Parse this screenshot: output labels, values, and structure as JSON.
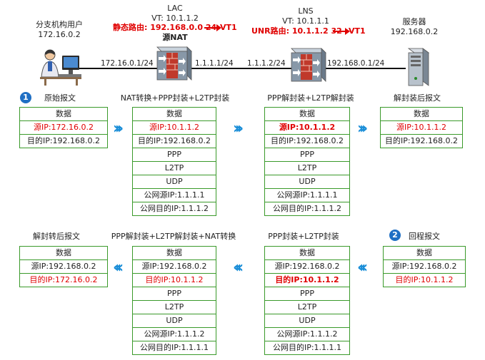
{
  "nodes": {
    "user": {
      "title": "分支机构用户",
      "ip": "172.16.0.2"
    },
    "lac": {
      "title": "LAC",
      "vt": "VT: 10.1.1.2",
      "route_prefix": "静态路由: 192.168.0.0 24",
      "route_target": "VT1",
      "nat": "源NAT"
    },
    "lns": {
      "title": "LNS",
      "vt": "VT: 10.1.1.1",
      "route_prefix": "UNR路由: 10.1.1.2 32",
      "route_target": "VT1"
    },
    "server": {
      "title": "服务器",
      "ip": "192.168.0.2"
    }
  },
  "links": {
    "user_side": "172.16.0.1/24",
    "lac_side": "1.1.1.1/24",
    "lns_side": "1.1.1.2/24",
    "server_side": "192.168.0.1/24"
  },
  "forward": {
    "step": "1",
    "labels": [
      "原始报文",
      "NAT转换+PPP封装+L2TP封装",
      "PPP解封装+L2TP解封装",
      "解封装后报文"
    ],
    "p1": [
      "数据",
      "源IP:172.16.0.2",
      "目的IP:192.168.0.2"
    ],
    "p2": [
      "数据",
      "源IP:10.1.1.2",
      "目的IP:192.168.0.2",
      "PPP",
      "L2TP",
      "UDP",
      "公网源IP:1.1.1.1",
      "公网目的IP:1.1.1.2"
    ],
    "p3": [
      "数据",
      "源IP:10.1.1.2",
      "目的IP:192.168.0.2",
      "PPP",
      "L2TP",
      "UDP",
      "公网源IP:1.1.1.1",
      "公网目的IP:1.1.1.2"
    ],
    "p4": [
      "数据",
      "源IP:10.1.1.2",
      "目的IP:192.168.0.2"
    ]
  },
  "backward": {
    "step": "2",
    "labels": [
      "回程报文",
      "PPP封装+L2TP封装",
      "PPP解封装+L2TP解封装+NAT转换",
      "解封转后报文"
    ],
    "p1": [
      "数据",
      "源IP:192.168.0.2",
      "目的IP:10.1.1.2"
    ],
    "p2": [
      "数据",
      "源IP:192.168.0.2",
      "目的IP:10.1.1.2",
      "PPP",
      "L2TP",
      "UDP",
      "公网源IP:1.1.1.2",
      "公网目的IP:1.1.1.1"
    ],
    "p3": [
      "数据",
      "源IP:192.168.0.2",
      "目的IP:10.1.1.2",
      "PPP",
      "L2TP",
      "UDP",
      "公网源IP:1.1.1.2",
      "公网目的IP:1.1.1.1"
    ],
    "p4": [
      "数据",
      "源IP:192.168.0.2",
      "目的IP:172.16.0.2"
    ]
  }
}
